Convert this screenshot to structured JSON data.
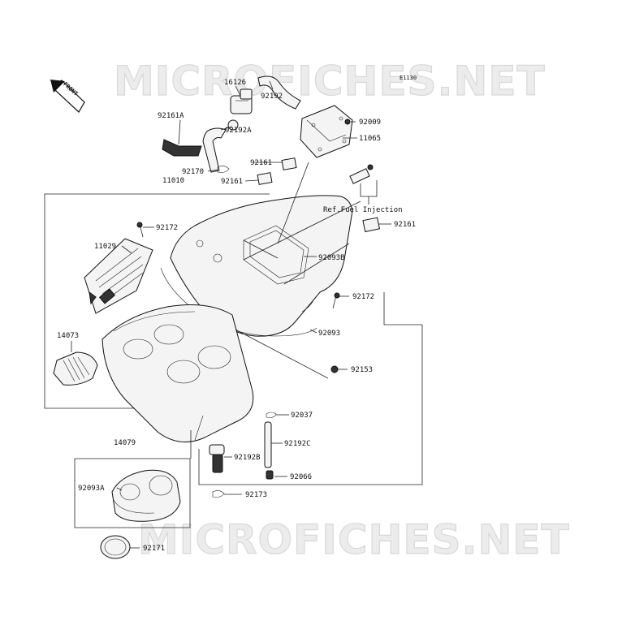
{
  "watermark": "MICROFICHES.NET",
  "diagram_code": "E1130",
  "front_label": "FRONT",
  "ref_note": "Ref.Fuel Injection",
  "parts": [
    {
      "id": "p16126",
      "label": "16126"
    },
    {
      "id": "p92192",
      "label": "92192"
    },
    {
      "id": "p92161A",
      "label": "92161A"
    },
    {
      "id": "p92192A",
      "label": "92192A"
    },
    {
      "id": "p92009",
      "label": "92009"
    },
    {
      "id": "p11065",
      "label": "11065"
    },
    {
      "id": "p92170",
      "label": "92170"
    },
    {
      "id": "p92161_a",
      "label": "92161"
    },
    {
      "id": "p92161_b",
      "label": "92161"
    },
    {
      "id": "p11010",
      "label": "11010"
    },
    {
      "id": "p92161_c",
      "label": "92161"
    },
    {
      "id": "p92172_a",
      "label": "92172"
    },
    {
      "id": "p11029",
      "label": "11029"
    },
    {
      "id": "p92093B",
      "label": "92093B"
    },
    {
      "id": "p92172_b",
      "label": "92172"
    },
    {
      "id": "p14073",
      "label": "14073"
    },
    {
      "id": "p92093",
      "label": "92093"
    },
    {
      "id": "p92153",
      "label": "92153"
    },
    {
      "id": "p92037",
      "label": "92037"
    },
    {
      "id": "p14079",
      "label": "14079"
    },
    {
      "id": "p92192C",
      "label": "92192C"
    },
    {
      "id": "p92192B",
      "label": "92192B"
    },
    {
      "id": "p92066",
      "label": "92066"
    },
    {
      "id": "p92093A",
      "label": "92093A"
    },
    {
      "id": "p92173",
      "label": "92173"
    },
    {
      "id": "p92171",
      "label": "92171"
    }
  ]
}
